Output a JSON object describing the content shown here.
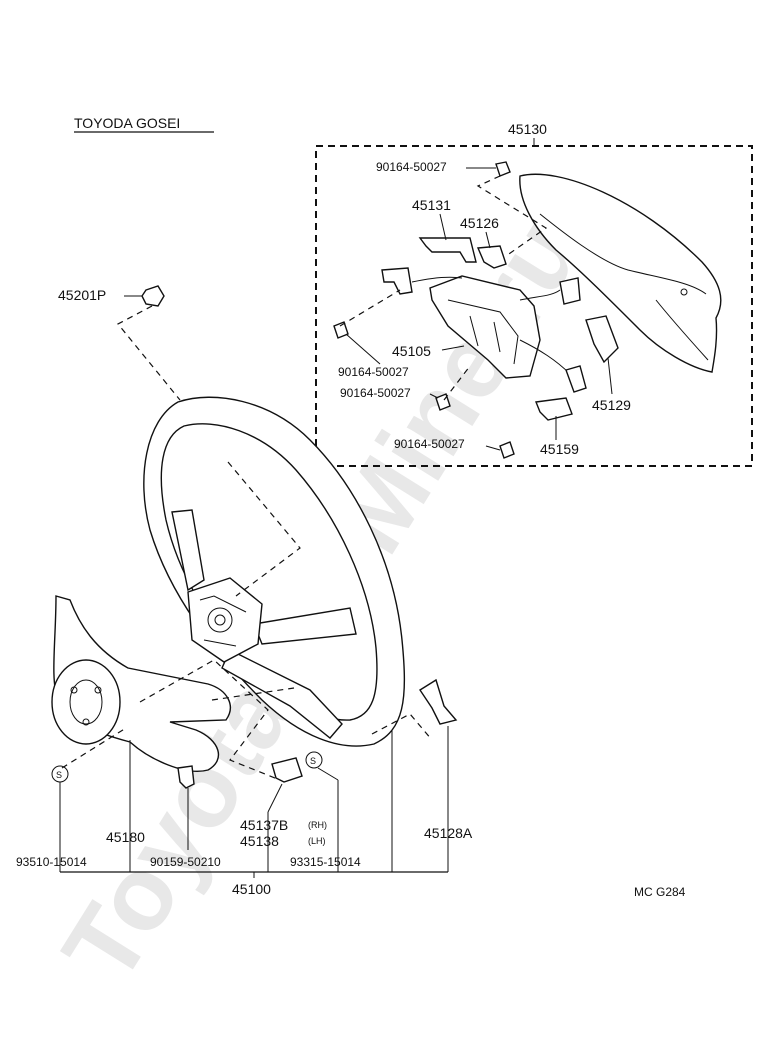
{
  "manufacturer": "TOYODA GOSEI",
  "diagram_code": "MC G284",
  "watermark": "ToyotaCarMine.ru",
  "box_assembly": "45130",
  "labels": {
    "p45131": "45131",
    "p45126": "45126",
    "p45105": "45105",
    "p45129": "45129",
    "p45159": "45159",
    "p45201": "45201P",
    "p45180": "45180",
    "p45137": "45137B",
    "p45138": "45138",
    "rh": "(RH)",
    "lh": "(LH)",
    "p45128": "45128A",
    "p45100": "45100",
    "b1": "90164-50027",
    "b2": "90164-50027",
    "b3": "90164-50027",
    "b4": "90164-50027",
    "f93510": "93510-15014",
    "f90159": "90159-50210",
    "f93315": "93315-15014",
    "s1": "S",
    "s2": "S"
  }
}
